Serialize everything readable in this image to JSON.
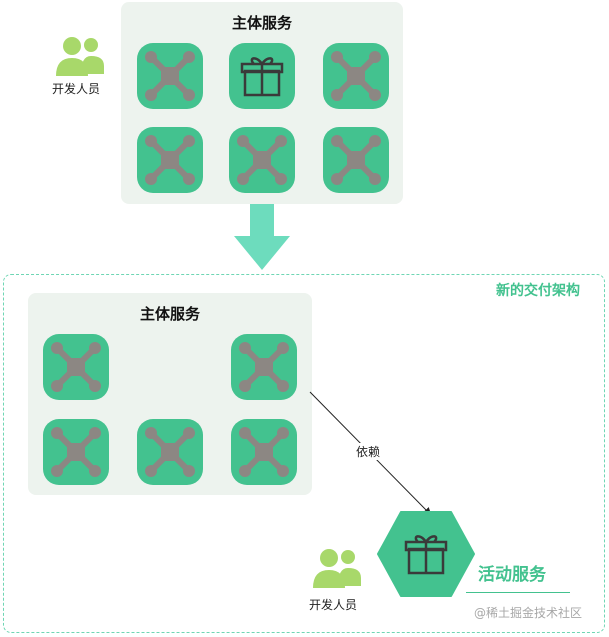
{
  "top_panel": {
    "title": "主体服务"
  },
  "developer_label": "开发人员",
  "new_architecture": {
    "title": "新的交付架构"
  },
  "bottom_panel": {
    "title": "主体服务"
  },
  "dependency_label": "依赖",
  "activity_service": {
    "label": "活动服务"
  },
  "developer_label_bottom": "开发人员",
  "watermark": "@稀土掘金技术社区",
  "colors": {
    "tile": "#43c28f",
    "panel": "#edf3ee",
    "arrow": "#6ddcbd",
    "dashed_border": "#6fd6b4",
    "person": "#a8d86a"
  },
  "icons": {
    "module": "module-node-icon",
    "gift": "gift-icon",
    "person": "user-group-icon"
  }
}
